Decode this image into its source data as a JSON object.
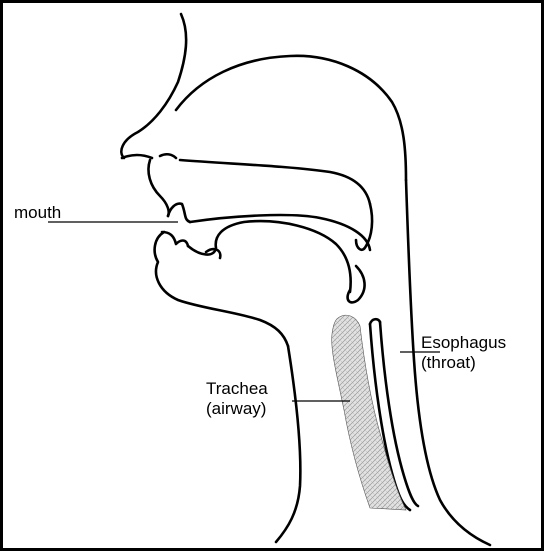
{
  "labels": {
    "mouth": "mouth",
    "trachea_line1": "Trachea",
    "trachea_line2": "(airway)",
    "esophagus_line1": "Esophagus",
    "esophagus_line2": "(throat)"
  },
  "colors": {
    "ink": "#000000",
    "background": "#ffffff",
    "trachea_fill": "#d6d6d6"
  }
}
